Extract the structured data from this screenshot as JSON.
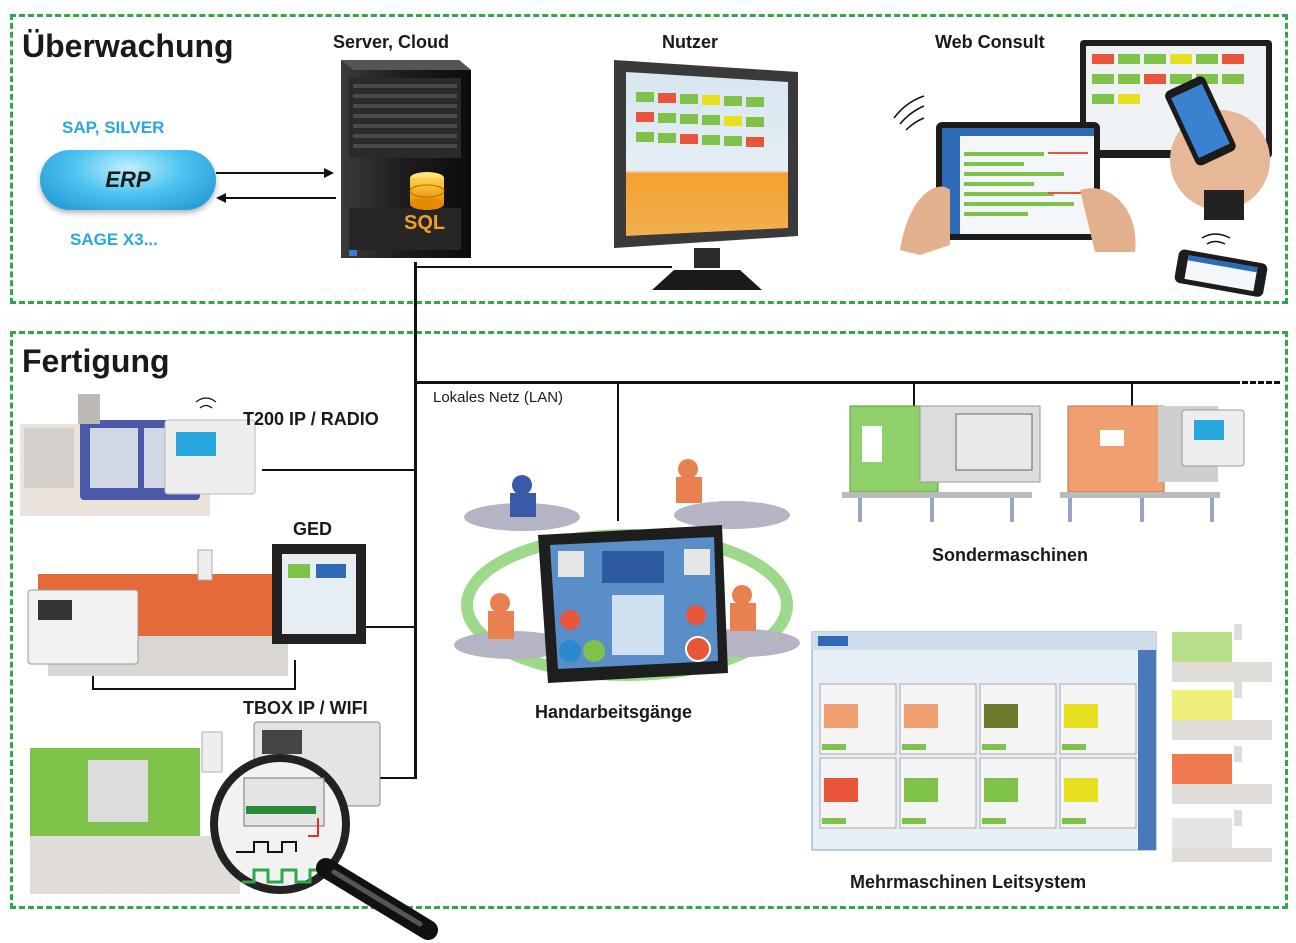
{
  "sections": {
    "monitoring_title": "Überwachung",
    "production_title": "Fertigung"
  },
  "erp": {
    "label": "ERP",
    "top_label": "SAP, SILVER",
    "bottom_label": "SAGE X3..."
  },
  "server": {
    "label": "Server, Cloud",
    "db_label": "SQL"
  },
  "user": {
    "label": "Nutzer"
  },
  "web": {
    "label": "Web Consult"
  },
  "network": {
    "label": "Lokales Netz (LAN)"
  },
  "devices": {
    "t200": "T200 IP / RADIO",
    "ged": "GED",
    "tbox": "TBOX IP / WIFI"
  },
  "special_machines": {
    "label": "Sondermaschinen"
  },
  "manual": {
    "label": "Handarbeitsgänge"
  },
  "multi": {
    "label": "Mehrmaschinen Leitsystem"
  },
  "colors": {
    "dash_green": "#2fa84a",
    "blue_text": "#29a8e0",
    "machine_green": "#7fc24a",
    "machine_orange": "#f0a070",
    "machine_red": "#e8553a",
    "machine_yellow": "#e6e020"
  }
}
